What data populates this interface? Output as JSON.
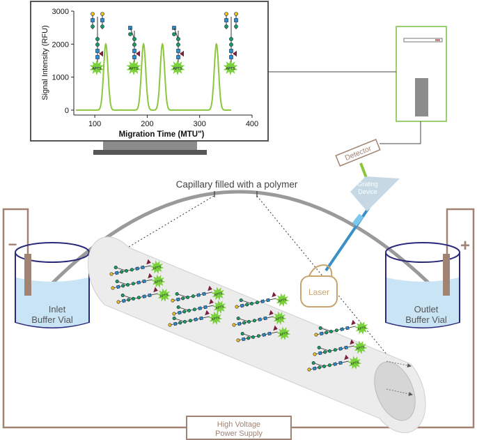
{
  "chart": {
    "ylabel": "Signal Intensity (RFU)",
    "xlabel": "Migration Time (MTU\")",
    "y_ticks": [
      "3000",
      "2000",
      "1000",
      "0"
    ],
    "x_ticks": [
      "100",
      "200",
      "300",
      "400"
    ],
    "fluor_label": "APTS",
    "line_color": "#8cc63f"
  },
  "labels": {
    "capillary": "Capillary filled with a polymer",
    "detector": "Detector",
    "grating": [
      "Grating",
      "Device"
    ],
    "laser": "Laser",
    "inlet": [
      "Inlet",
      "Buffer Vial"
    ],
    "outlet": [
      "Outlet",
      "Buffer Vial"
    ],
    "power": [
      "High Voltage",
      "Power Supply"
    ],
    "minus": "−",
    "plus": "+",
    "apts": "APTS"
  },
  "colors": {
    "circuit": "#a08373",
    "capillary": "#9a9a9a",
    "glycan_green": "#7ad13b",
    "buffer_blue": "#c9e4f5",
    "vial_stroke": "#2b2a7a",
    "laser_beam": "#3b8fc7",
    "detector_beam": "#8cc63f",
    "computer_stroke": "#7ac143"
  },
  "chart_data": {
    "type": "line",
    "xlabel": "Migration Time (MTU\")",
    "ylabel": "Signal Intensity (RFU)",
    "xlim": [
      60,
      400
    ],
    "ylim": [
      -150,
      3000
    ],
    "x_ticks": [
      100,
      200,
      300,
      400
    ],
    "y_ticks": [
      0,
      1000,
      2000,
      3000
    ],
    "baseline": 0,
    "peaks": [
      {
        "x": 121,
        "y": 2000
      },
      {
        "x": 193,
        "y": 2000
      },
      {
        "x": 229,
        "y": 2000
      },
      {
        "x": 332,
        "y": 2000
      }
    ]
  }
}
